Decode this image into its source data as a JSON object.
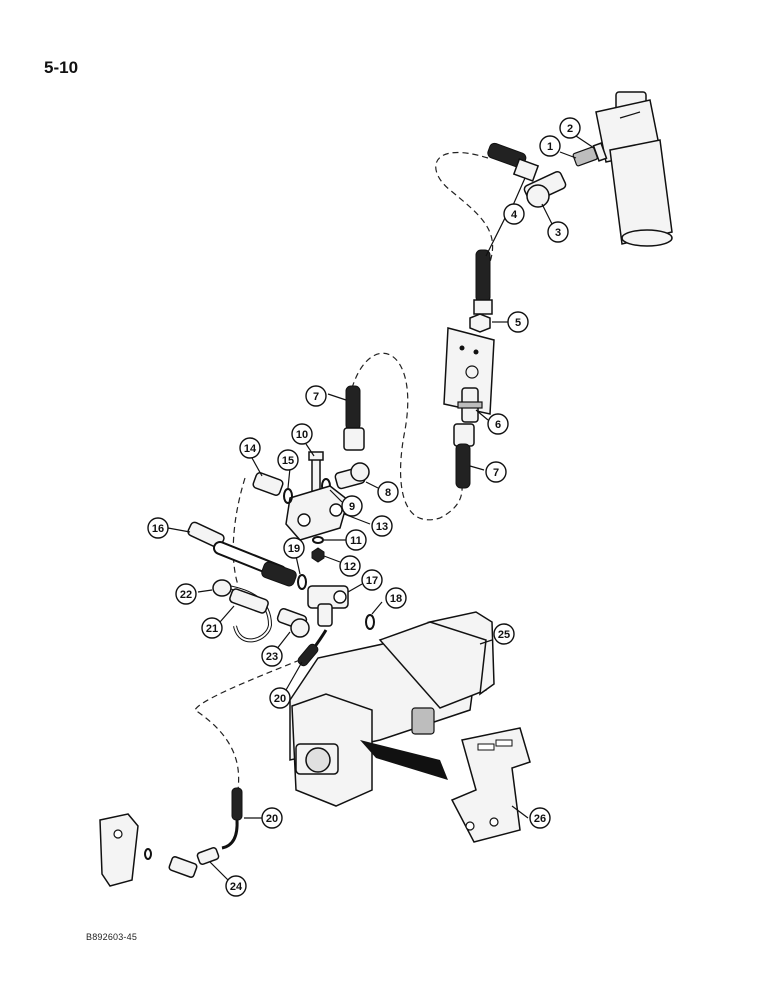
{
  "page_number": "5-10",
  "drawing_code": "B892603-45",
  "callouts": [
    "1",
    "2",
    "3",
    "4",
    "5",
    "6",
    "7",
    "7",
    "8",
    "9",
    "10",
    "11",
    "12",
    "13",
    "14",
    "15",
    "16",
    "17",
    "18",
    "19",
    "20",
    "20",
    "21",
    "22",
    "23",
    "24",
    "25",
    "26"
  ]
}
